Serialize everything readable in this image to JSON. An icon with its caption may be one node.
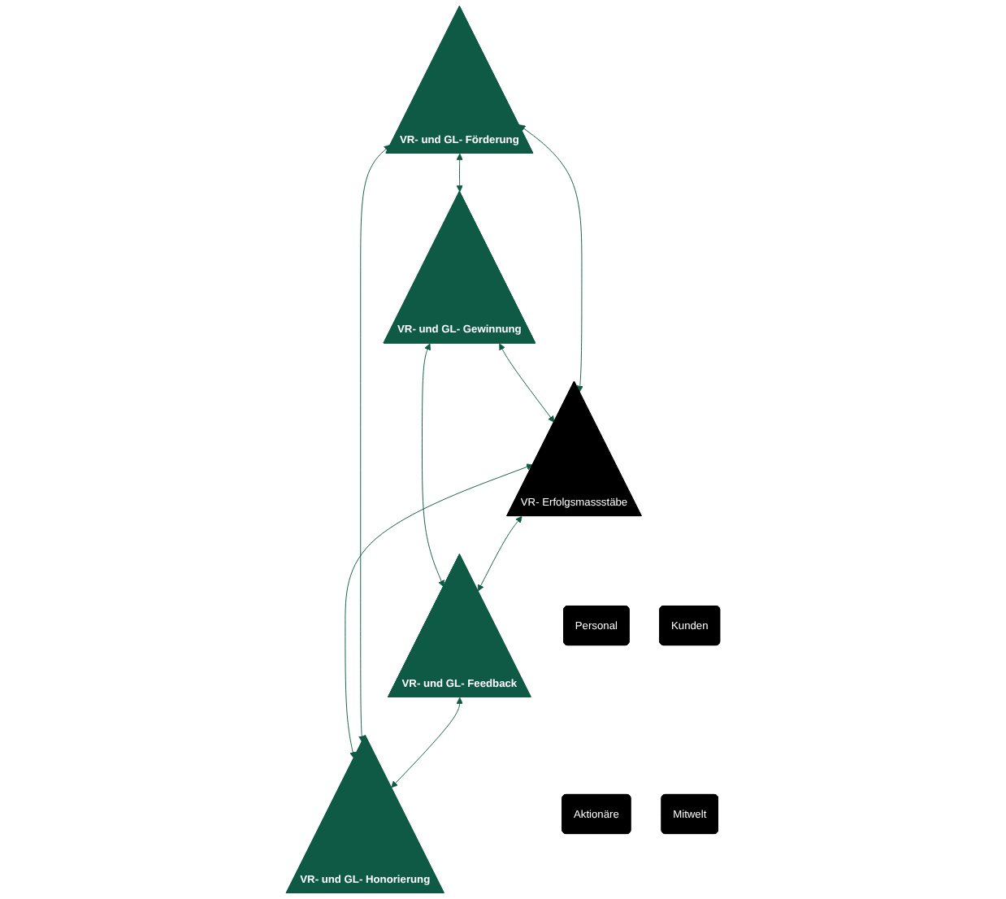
{
  "diagram": {
    "nodes": [
      {
        "text": [
          "VR- und GL- Gewinnung"
        ]
      },
      {
        "text": [
          "VR- und GL- Förderung"
        ]
      },
      {
        "text": [
          "VR- Erfolgsmassstäbe"
        ]
      },
      {
        "text": [
          "VR- und GL- Feedback"
        ]
      },
      {
        "text": [
          "VR- und GL- Honorierung"
        ]
      },
      {
        "text": [
          "Personal"
        ]
      },
      {
        "text": [
          "Kunden"
        ]
      },
      {
        "text": [
          "Aktionäre"
        ]
      },
      {
        "text": [
          "Mitwelt"
        ]
      }
    ],
    "edges": [
      {
        "from": 1,
        "to": 0,
        "arrow": "both"
      },
      {
        "from": 0,
        "to": 3,
        "arrow": "both"
      },
      {
        "from": 0,
        "to": 2,
        "arrow": "both"
      },
      {
        "from": 1,
        "to": 2,
        "arrow": "both"
      },
      {
        "from": 2,
        "to": 3,
        "arrow": "both"
      },
      {
        "from": 2,
        "to": 4,
        "arrow": "both"
      },
      {
        "from": 1,
        "to": 4,
        "arrow": "both"
      },
      {
        "from": 3,
        "to": 4,
        "arrow": "both"
      }
    ]
  }
}
